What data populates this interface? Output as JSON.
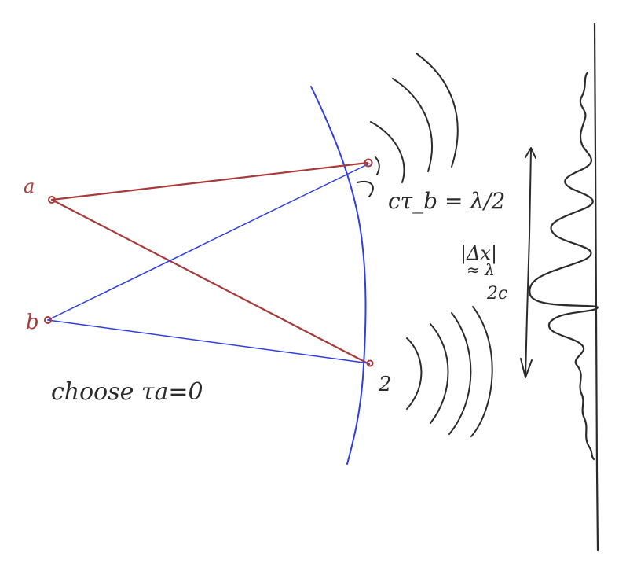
{
  "colors": {
    "ink": "#2b2b2b",
    "red": "#a83a3a",
    "blue": "#2f3fe0"
  },
  "labels": {
    "source_a": "a",
    "source_b": "b",
    "detector_2": "2",
    "delay_eq": "cτ_b = λ/2",
    "delta_x": "|Δx|",
    "approx": "≈ λ",
    "over_2c": "2c",
    "choose": "choose  τa=0"
  }
}
